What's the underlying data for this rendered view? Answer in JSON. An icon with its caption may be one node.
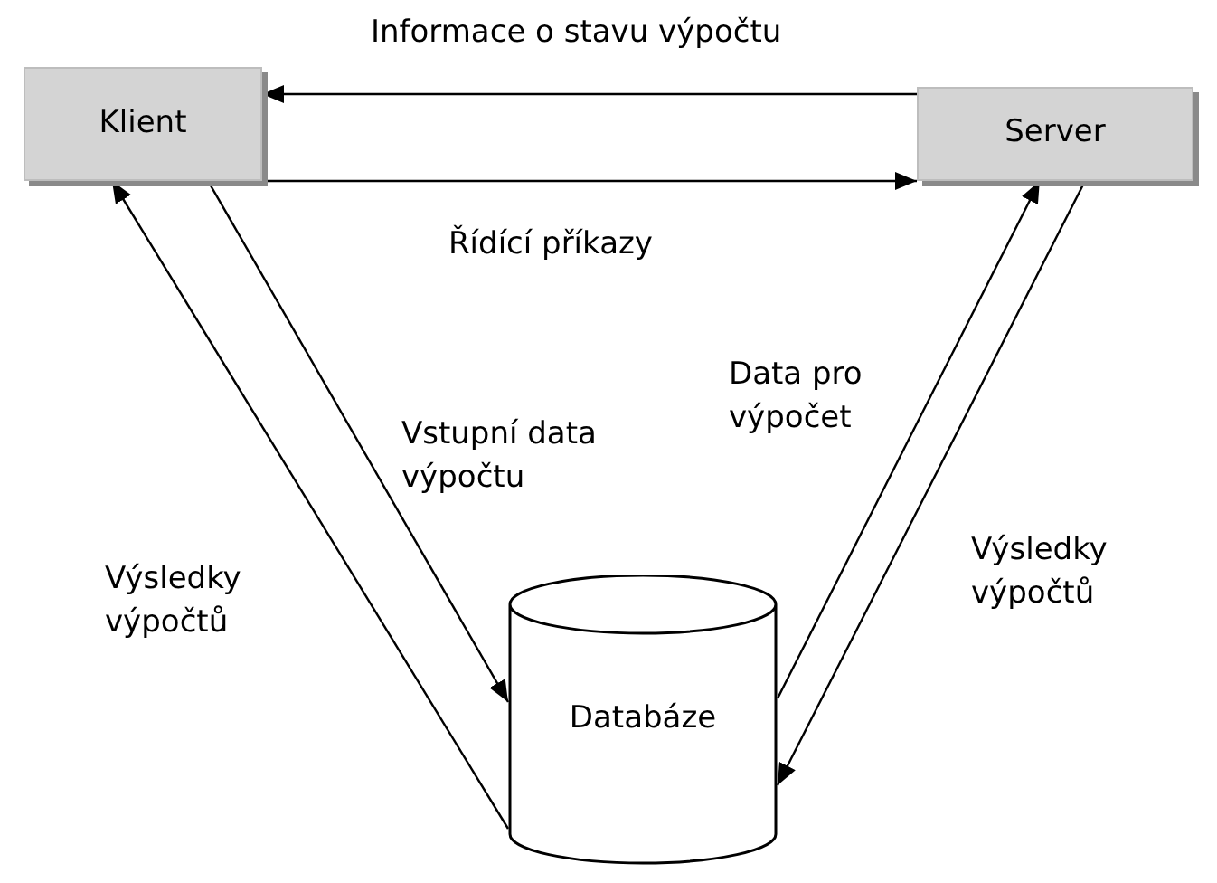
{
  "diagram": {
    "nodes": [
      {
        "text": [
          "Klient"
        ]
      },
      {
        "text": [
          "Server"
        ]
      },
      {
        "text": [
          "Databáze"
        ]
      }
    ],
    "edges": [
      {
        "from": 1,
        "to": 0,
        "arrow": "to",
        "label": "Informace o stavu výpočtu"
      },
      {
        "from": 0,
        "to": 1,
        "arrow": "to",
        "label": "Řídící příkazy"
      },
      {
        "from": 2,
        "to": 0,
        "arrow": "to",
        "label": "Výsledky výpočtů"
      },
      {
        "from": 0,
        "to": 2,
        "arrow": "to",
        "label": "Vstupní data výpočtu"
      },
      {
        "from": 2,
        "to": 1,
        "arrow": "to",
        "label": "Data pro výpočet"
      },
      {
        "from": 1,
        "to": 2,
        "arrow": "to",
        "label": "Výsledky výpočtů"
      }
    ]
  }
}
